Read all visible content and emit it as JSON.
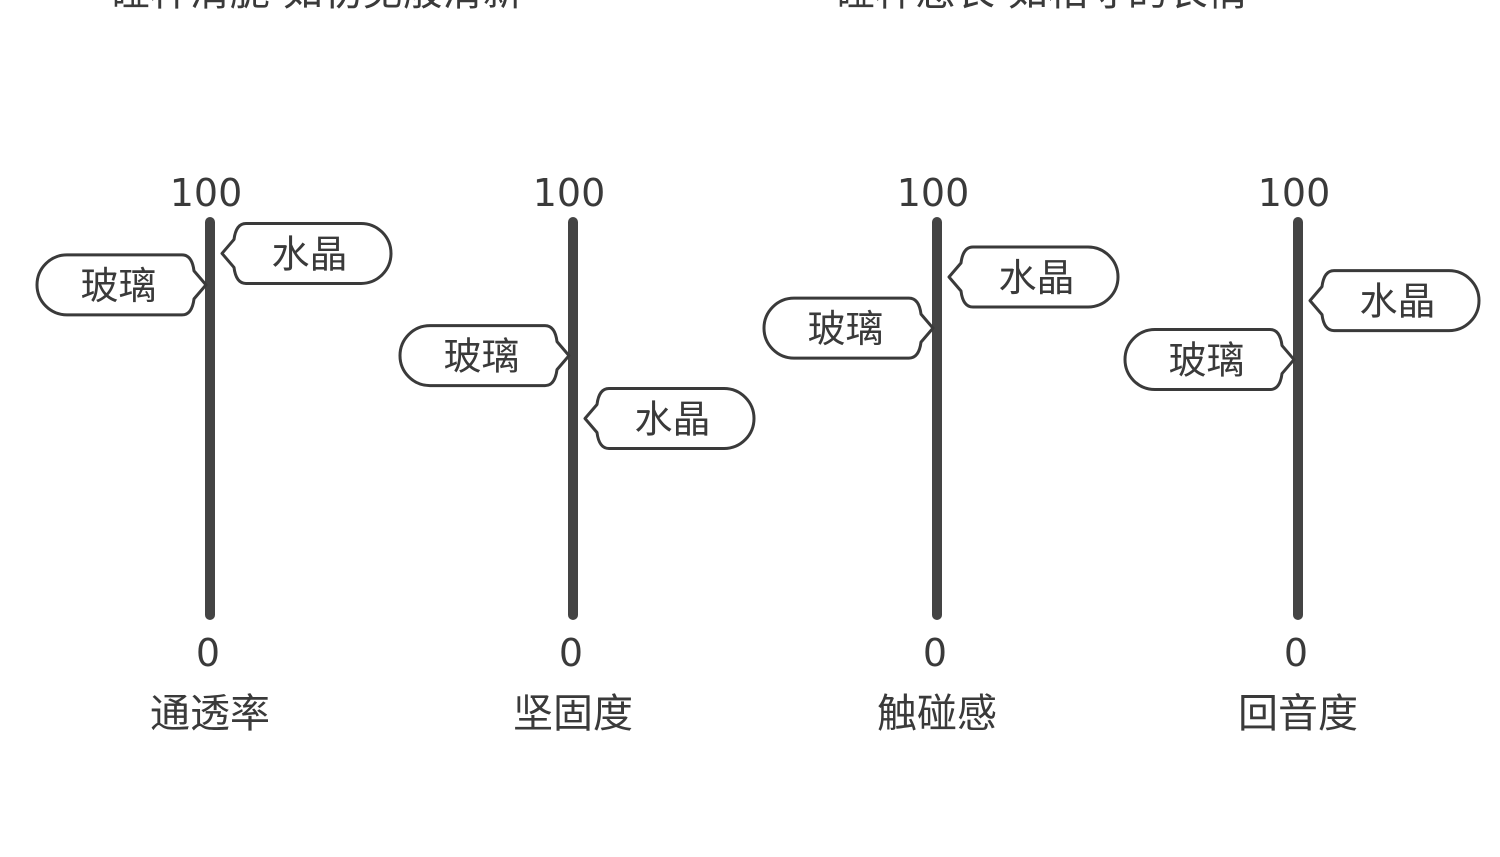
{
  "headline": {
    "left": "碰杯清脆 如初见般清新",
    "right": "碰杯悠长 如相守的长情"
  },
  "colors": {
    "text": "#3a3a3a",
    "axis": "#444444",
    "bubble_stroke": "#3a3a3a",
    "bubble_fill": "#ffffff"
  },
  "chart_data": {
    "type": "scatter",
    "title": "",
    "axis": {
      "min": 0,
      "max": 100,
      "min_label": "0",
      "max_label": "100"
    },
    "categories": [
      "通透率",
      "坚固度",
      "触碰感",
      "回音度"
    ],
    "series": [
      {
        "name": "玻璃",
        "values": [
          84,
          66,
          73,
          65
        ]
      },
      {
        "name": "水晶",
        "values": [
          92,
          50,
          86,
          80
        ]
      }
    ],
    "grid": false,
    "legend": "none"
  }
}
